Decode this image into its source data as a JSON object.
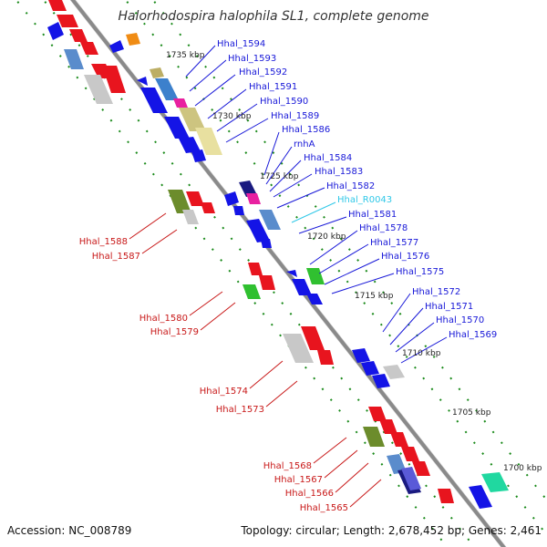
{
  "title": "Halorhodospira halophila SL1, complete genome",
  "accession_text": "Accession: NC_008789",
  "summary_text": "Topology: circular; Length: 2,678,452 bp; Genes: 2,461",
  "colors": {
    "axis": "#8a8a8a",
    "axis_shadow": "#d0d0d0",
    "dot_track": "#1a8a1a",
    "label_blue": "#1818d8",
    "label_red": "#c81818",
    "label_cyan": "#30c8e8"
  },
  "kbp_marks": [
    "1735 kbp",
    "1730 kbp",
    "1725 kbp",
    "1720 kbp",
    "1715 kbp",
    "1710 kbp",
    "1705 kbp",
    "1700 kbp"
  ],
  "right_labels": [
    "Hhal_1594",
    "Hhal_1593",
    "Hhal_1592",
    "Hhal_1591",
    "Hhal_1590",
    "Hhal_1589",
    "Hhal_1586",
    "rnhA",
    "Hhal_1584",
    "Hhal_1583",
    "Hhal_1582",
    "Hhal_R0043",
    "Hhal_1581",
    "Hhal_1578",
    "Hhal_1577",
    "Hhal_1576",
    "Hhal_1575",
    "Hhal_1572",
    "Hhal_1571",
    "Hhal_1570",
    "Hhal_1569"
  ],
  "left_labels": [
    "Hhal_1588",
    "Hhal_1587",
    "Hhal_1580",
    "Hhal_1579",
    "Hhal_1574",
    "Hhal_1573",
    "Hhal_1568",
    "Hhal_1567",
    "Hhal_1566",
    "Hhal_1565"
  ]
}
